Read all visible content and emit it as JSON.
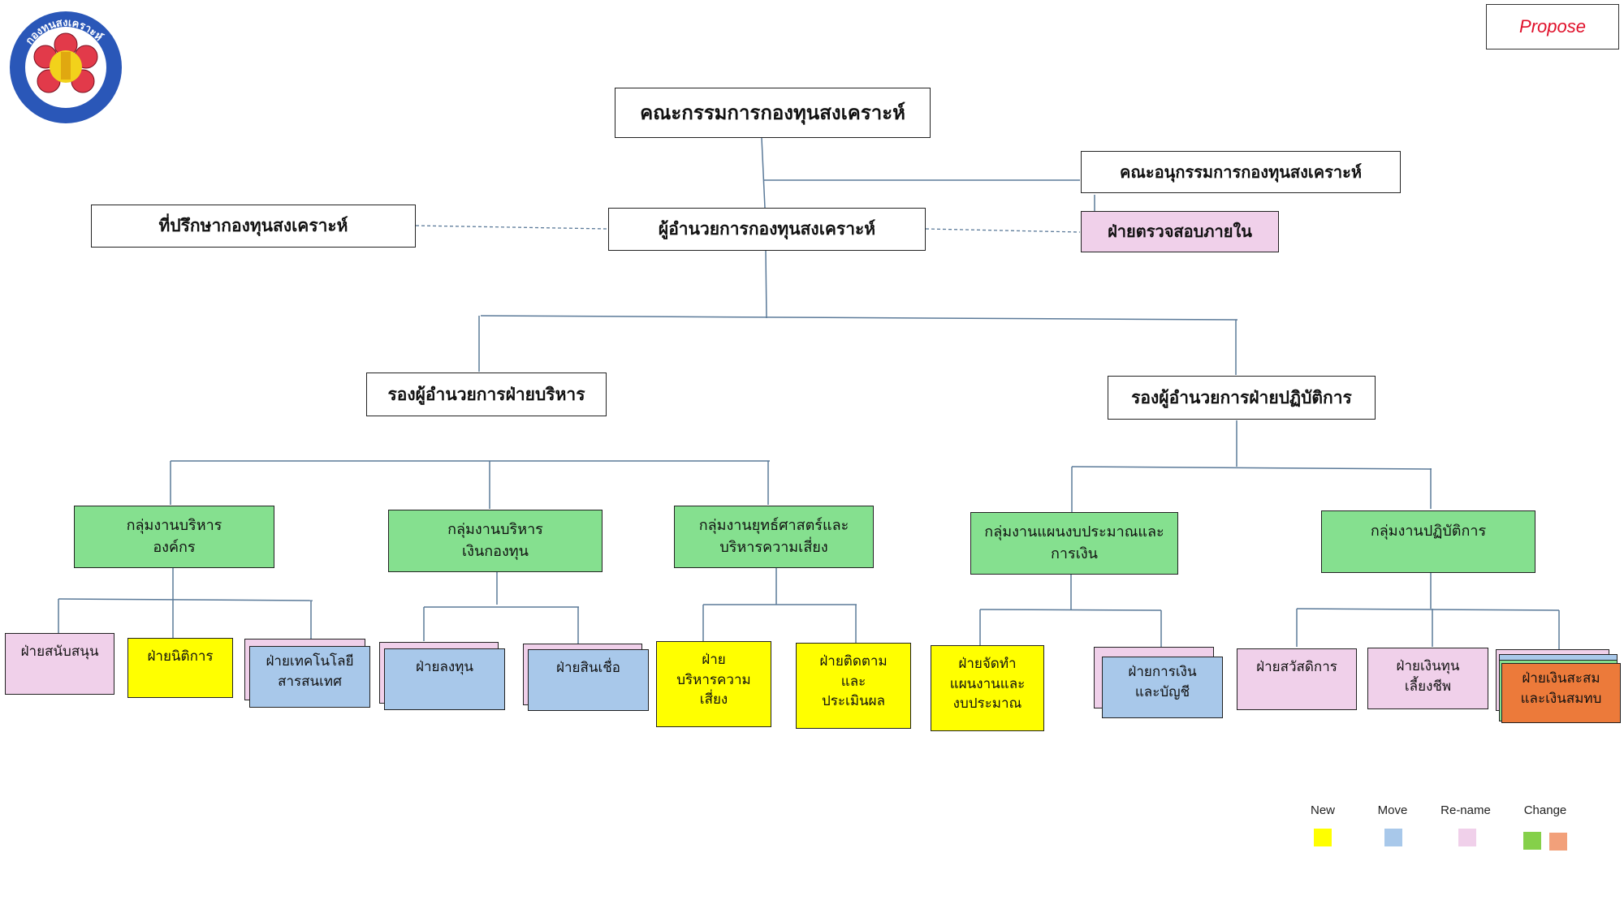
{
  "propose_label": "Propose",
  "logo": {
    "ring_text": "กองทุนสงเคราะห์",
    "colors": {
      "ring": "#2a57b8",
      "center": "#e23a4a",
      "emblem": "#f2d21b"
    }
  },
  "org": {
    "board": "คณะกรรมการกองทุนสงเคราะห์",
    "subcommittee": "คณะอนุกรรมการกองทุนสงเคราะห์",
    "advisor": "ที่ปรึกษากองทุนสงเคราะห์",
    "director": "ผู้อำนวยการกองทุนสงเคราะห์",
    "internal_audit": "ฝ่ายตรวจสอบภายใน",
    "deputy_admin": "รองผู้อำนวยการฝ่ายบริหาร",
    "deputy_ops": "รองผู้อำนวยการฝ่ายปฏิบัติการ",
    "groups": [
      "กลุ่มงานบริหาร\nองค์กร",
      "กลุ่มงานบริหาร\nเงินกองทุน",
      "กลุ่มงานยุทธ์ศาสตร์และ\nบริหารความเสี่ยง",
      "กลุ่มงานแผนงบประมาณและ\nการเงิน",
      "กลุ่มงานปฏิบัติการ"
    ],
    "departments": [
      "ฝ่ายสนับสนุน",
      "ฝ่ายนิติการ",
      "ฝ่ายเทคโนโลยี\nสารสนเทศ",
      "ฝ่ายลงทุน",
      "ฝ่ายสินเชื่อ",
      "ฝ่าย\nบริหารความ\nเสี่ยง",
      "ฝ่ายติดตาม\nและ\nประเมินผล",
      "ฝ่ายจัดทำ\nแผนงานและ\nงบประมาณ",
      "ฝ่ายการเงิน\nและบัญชี",
      "ฝ่ายสวัสดิการ",
      "ฝ่ายเงินทุน\nเลี้ยงชีพ",
      "ฝ่ายเงินสะสม\nและเงินสมทบ"
    ]
  },
  "legend": [
    {
      "label": "New",
      "color": "#ffff00"
    },
    {
      "label": "Move",
      "color": "#a8c8ea"
    },
    {
      "label": "Re-name",
      "color": "#f0d0ea"
    },
    {
      "label": "Change",
      "color": "#85d04a",
      "color2": "#f2a07a"
    }
  ]
}
